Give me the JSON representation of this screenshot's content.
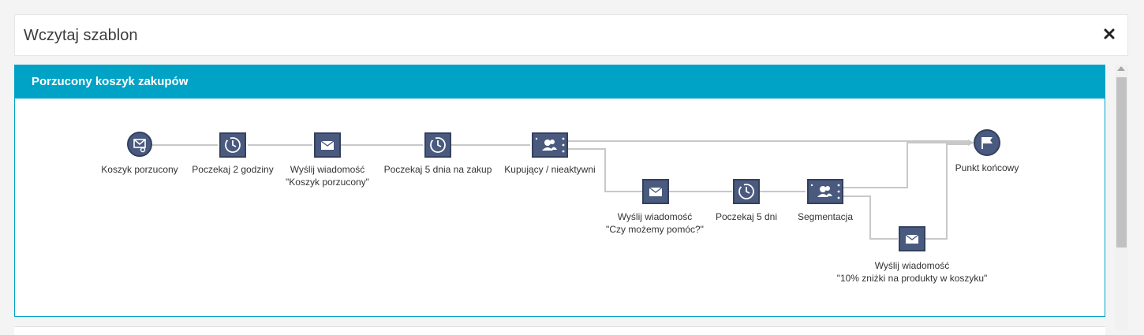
{
  "dialog": {
    "title": "Wczytaj szablon",
    "close_icon": "close-icon"
  },
  "template": {
    "name": "Porzucony koszyk zakupów",
    "accent_color": "#00a3c6",
    "node_color": "#4a5a7f"
  },
  "nodes": {
    "n1": {
      "icon": "cart-mail-icon",
      "lines": [
        "Koszyk porzucony"
      ]
    },
    "n2": {
      "icon": "timer-icon",
      "lines": [
        "Poczekaj 2 godziny"
      ]
    },
    "n3": {
      "icon": "envelope-icon",
      "lines": [
        "Wyślij wiadomość",
        "\"Koszyk porzucony\""
      ]
    },
    "n4": {
      "icon": "timer-icon",
      "lines": [
        "Poczekaj 5 dnia na zakup"
      ]
    },
    "n5": {
      "icon": "segment-icon",
      "lines": [
        "Kupujący / nieaktywni"
      ]
    },
    "n6": {
      "icon": "envelope-icon",
      "lines": [
        "Wyślij wiadomość",
        "\"Czy możemy pomóc?\""
      ]
    },
    "n7": {
      "icon": "timer-icon",
      "lines": [
        "Poczekaj 5 dni"
      ]
    },
    "n8": {
      "icon": "segment-icon",
      "lines": [
        "Segmentacja"
      ]
    },
    "n9": {
      "icon": "envelope-icon",
      "lines": [
        "Wyślij wiadomość",
        "\"10% zniżki na produkty w koszyku\""
      ]
    },
    "n10": {
      "icon": "finish-flag-icon",
      "lines": [
        "Punkt końcowy"
      ]
    }
  }
}
